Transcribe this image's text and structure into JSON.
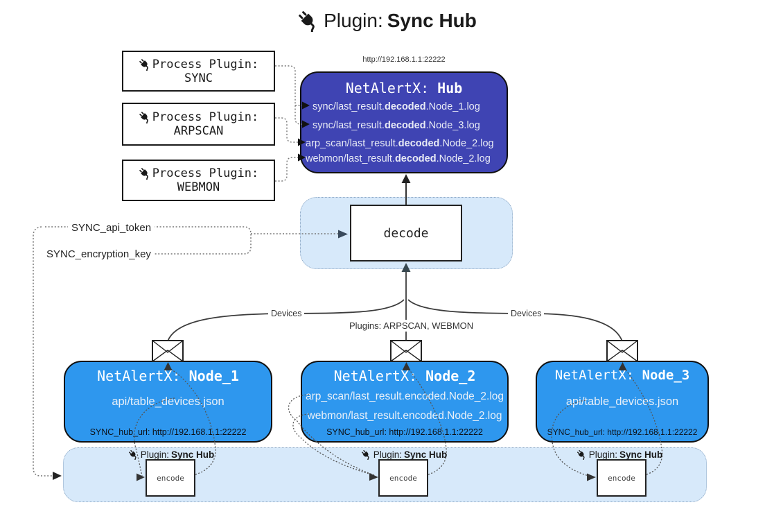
{
  "title": {
    "label": "Plugin:",
    "bold": "Sync Hub"
  },
  "hub": {
    "url": "http://192.168.1.1:22222",
    "name": "NetAlertX:",
    "name_bold": "Hub",
    "lines": [
      {
        "pre": "sync/last_result.",
        "bold": "decoded",
        "post": ".Node_1.log"
      },
      {
        "pre": "sync/last_result.",
        "bold": "decoded",
        "post": ".Node_3.log"
      },
      {
        "pre": "arp_scan/last_result.",
        "bold": "decoded",
        "post": ".Node_2.log"
      },
      {
        "pre": "webmon/last_result.",
        "bold": "decoded",
        "post": ".Node_2.log"
      }
    ]
  },
  "process_plugins": [
    {
      "label": "Process Plugin:",
      "name": "SYNC"
    },
    {
      "label": "Process Plugin:",
      "name": "ARPSCAN"
    },
    {
      "label": "Process Plugin:",
      "name": "WEBMON"
    }
  ],
  "keys": {
    "api_token": "SYNC_api_token",
    "encryption_key": "SYNC_encryption_key"
  },
  "edges": {
    "devices_left": "Devices",
    "devices_right": "Devices",
    "plugins_mid": "Plugins: ARPSCAN, WEBMON"
  },
  "decode": {
    "label": "decode"
  },
  "encode": {
    "label": "encode"
  },
  "nodes": [
    {
      "name": "NetAlertX:",
      "name_bold": "Node_1",
      "file1": "api/table_devices.json",
      "hub_url": "SYNC_hub_url: http://192.168.1.1:22222"
    },
    {
      "name": "NetAlertX:",
      "name_bold": "Node_2",
      "file1": "arp_scan/last_result.encoded.Node_2.log",
      "file2": "webmon/last_result.encoded.Node_2.log",
      "hub_url": "SYNC_hub_url: http://192.168.1.1:22222"
    },
    {
      "name": "NetAlertX:",
      "name_bold": "Node_3",
      "file1": "api/table_devices.json",
      "hub_url": "SYNC_hub_url: http://192.168.1.1:22222"
    }
  ],
  "sync_plugin_badge": {
    "label": "Plugin:",
    "bold": "Sync Hub"
  },
  "colors": {
    "hub_fill": "#3f44b3",
    "node_fill": "#2e97ee",
    "band_fill": "#d7e9fa",
    "accent_dark": "#37474f"
  }
}
